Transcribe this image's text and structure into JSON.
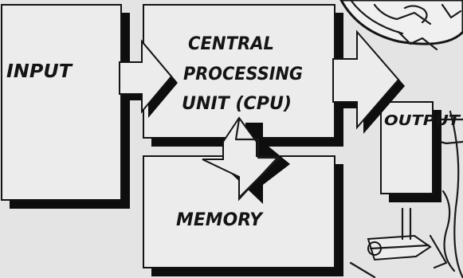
{
  "blocks": {
    "input": "INPUT",
    "cpu_line1": "CENTRAL",
    "cpu_line2": "PROCESSING",
    "cpu_line3": "UNIT (CPU)",
    "output": "OUTPUT",
    "memory": "MEMORY"
  },
  "colors": {
    "paper": "#e4e4e4",
    "box_fill": "#ececec",
    "ink": "#141414",
    "shadow": "#0e0e0e"
  }
}
